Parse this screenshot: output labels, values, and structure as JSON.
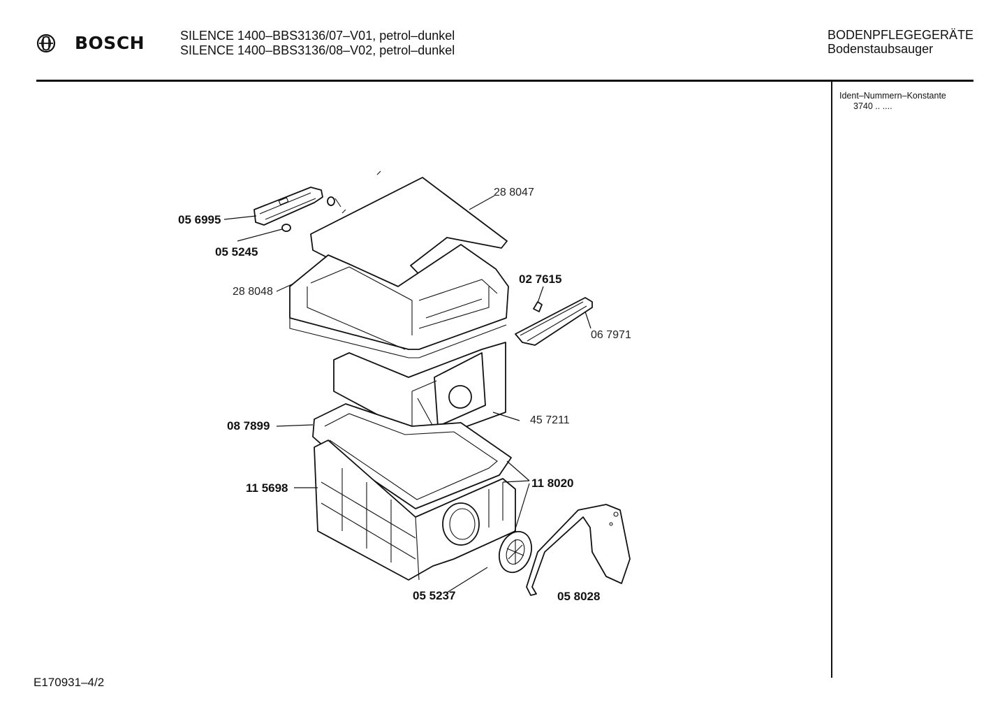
{
  "header": {
    "brand": "BOSCH",
    "model_lines": [
      "SILENCE 1400–BBS3136/07–V01, petrol–dunkel",
      "SILENCE 1400–BBS3136/08–V02, petrol–dunkel"
    ],
    "category": "BODENPFLEGEGERÄTE",
    "subcategory": "Bodenstaubsauger"
  },
  "sidebar": {
    "ident_label": "Ident–Nummern–Konstante",
    "ident_value": "3740 .. ...."
  },
  "diagram": {
    "parts": [
      {
        "number": "28 8047"
      },
      {
        "number": "05 6995"
      },
      {
        "number": "05 5245"
      },
      {
        "number": "28 8048"
      },
      {
        "number": "02 7615"
      },
      {
        "number": "06 7971"
      },
      {
        "number": "45 7211"
      },
      {
        "number": "08 7899"
      },
      {
        "number": "11 5698"
      },
      {
        "number": "11 8020"
      },
      {
        "number": "05 5237"
      },
      {
        "number": "05 8028"
      }
    ]
  },
  "footer": {
    "doc_id": "E170931–4/2"
  }
}
